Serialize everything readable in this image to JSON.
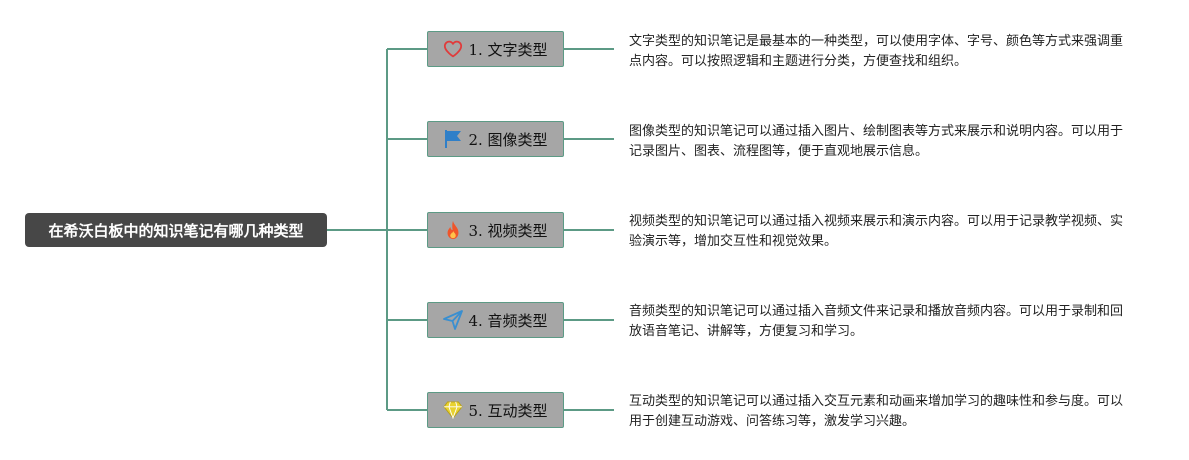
{
  "root": {
    "label": "在希沃白板中的知识笔记有哪几种类型"
  },
  "branches": [
    {
      "icon": "heart-icon",
      "label": "1. 文字类型",
      "description": "文字类型的知识笔记是最基本的一种类型，可以使用字体、字号、颜色等方式来强调重点内容。可以按照逻辑和主题进行分类，方便查找和组织。"
    },
    {
      "icon": "flag-icon",
      "label": "2. 图像类型",
      "description": "图像类型的知识笔记可以通过插入图片、绘制图表等方式来展示和说明内容。可以用于记录图片、图表、流程图等，便于直观地展示信息。"
    },
    {
      "icon": "fire-icon",
      "label": "3. 视频类型",
      "description": "视频类型的知识笔记可以通过插入视频来展示和演示内容。可以用于记录教学视频、实验演示等，增加交互性和视觉效果。"
    },
    {
      "icon": "paper-plane-icon",
      "label": "4. 音频类型",
      "description": "音频类型的知识笔记可以通过插入音频文件来记录和播放音频内容。可以用于录制和回放语音笔记、讲解等，方便复习和学习。"
    },
    {
      "icon": "diamond-icon",
      "label": "5. 互动类型",
      "description": "互动类型的知识笔记可以通过插入交互元素和动画来增加学习的趣味性和参与度。可以用于创建互动游戏、问答练习等，激发学习兴趣。"
    }
  ],
  "colors": {
    "connector": "#5c9a85",
    "root_fill": "#474747",
    "branch_fill": "#a6a6a6",
    "heart": "#e03b3b",
    "flag": "#2f7fc8",
    "fire": "#f0552a",
    "plane": "#3a8fd0",
    "diamond": "#e8d230"
  }
}
